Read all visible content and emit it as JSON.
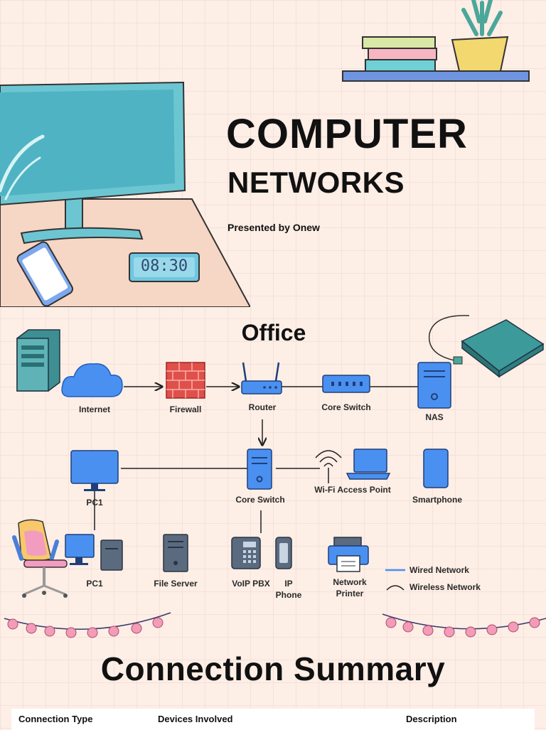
{
  "header": {
    "title_line1": "COMPUTER",
    "title_line2": "NETWORKS",
    "presenter": "Presented by Onew",
    "clock_display": "08:30"
  },
  "diagram": {
    "title": "Office",
    "nodes": {
      "internet": "Internet",
      "firewall": "Firewall",
      "router": "Router",
      "core_switch_top": "Core Switch",
      "nas": "NAS",
      "pc1_top": "PC1",
      "core_switch_mid": "Core Switch",
      "wifi_ap": "Wi-Fi Access Point",
      "smartphone": "Smartphone",
      "pc1_bottom": "PC1",
      "file_server": "File Server",
      "voip_pbx": "VoIP PBX",
      "ip_phone": "IP Phone",
      "network_printer": "Network Printer"
    },
    "legend": {
      "wired": "Wired Network",
      "wireless": "Wireless Network"
    }
  },
  "summary": {
    "title": "Connection Summary",
    "columns": [
      "Connection Type",
      "Devices Involved",
      "Description"
    ]
  },
  "colors": {
    "background": "#fdeee6",
    "device_blue": "#4a90f0",
    "teal": "#5ab7c5",
    "firewall_red": "#e0504a",
    "bulb_pink": "#f29cb8"
  }
}
